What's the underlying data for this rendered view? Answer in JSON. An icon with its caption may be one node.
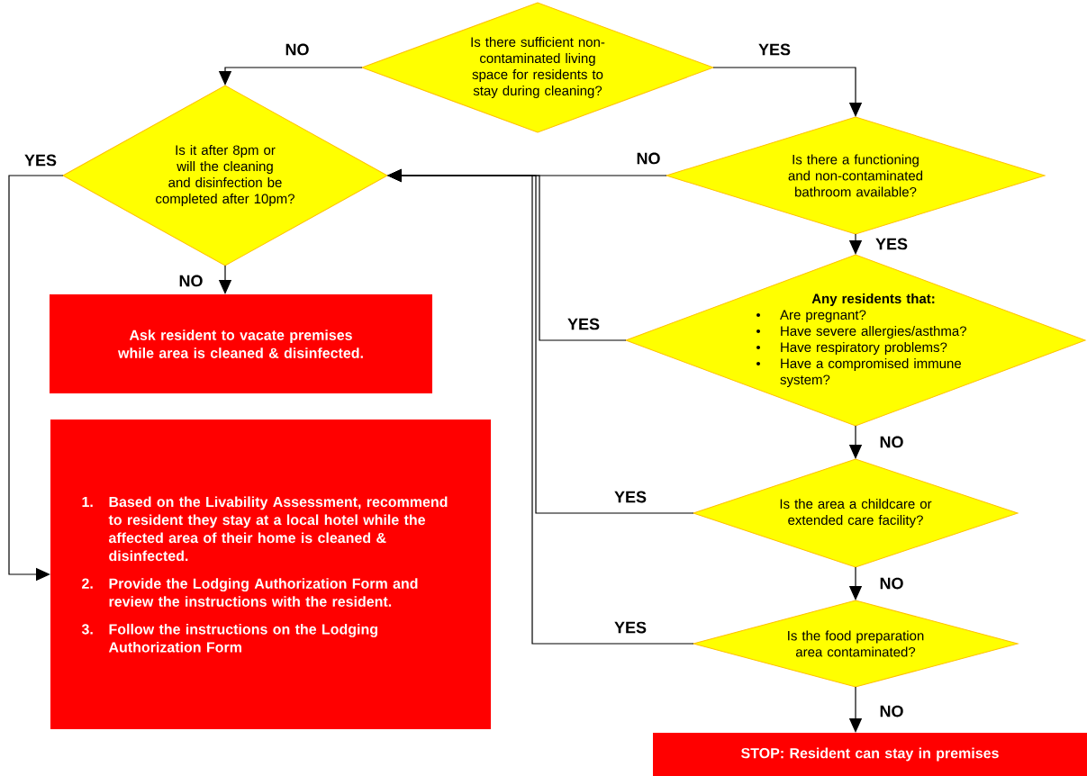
{
  "diagram": {
    "nodes": [
      {
        "text": [
          "Is there sufficient non-contaminated living space for residents to stay during cleaning?"
        ]
      },
      {
        "text": [
          "Is it after 8pm or will the cleaning and disinfection be completed after 10pm?"
        ]
      },
      {
        "text": [
          "Is there a functioning and non-contaminated bathroom available?"
        ]
      },
      {
        "text": [
          "Ask resident to vacate premises while area is cleaned & disinfected."
        ]
      },
      {
        "text": [
          "1.",
          "Based on the Livability Assessment, recommend to resident they stay at a local hotel while the affected area of their home is cleaned & disinfected.",
          "2.",
          "Provide the Lodging Authorization Form and review the instructions with the resident.",
          "3.",
          "Follow the instructions on the Lodging Authorization Form"
        ]
      },
      {
        "text": [
          "Any residents that:",
          "Are pregnant?",
          "Have severe allergies/asthma?",
          "Have respiratory problems?",
          "Have a compromised immune system?"
        ]
      },
      {
        "text": [
          "Is the area a childcare or extended care facility?"
        ]
      },
      {
        "text": [
          "Is the food preparation area contaminated?"
        ]
      },
      {
        "text": [
          "STOP: Resident can stay in premises"
        ]
      }
    ],
    "edges": [
      {
        "from": 0,
        "to": 1,
        "arrow": "to",
        "label": "NO"
      },
      {
        "from": 0,
        "to": 2,
        "arrow": "to",
        "label": "YES"
      },
      {
        "from": 1,
        "to": 4,
        "arrow": "to",
        "label": "YES"
      },
      {
        "from": 1,
        "to": 3,
        "arrow": "to",
        "label": "NO"
      },
      {
        "from": 2,
        "to": 1,
        "arrow": "to",
        "label": "NO"
      },
      {
        "from": 2,
        "to": 5,
        "arrow": "to",
        "label": "YES"
      },
      {
        "from": 5,
        "to": 1,
        "arrow": "to",
        "label": "YES"
      },
      {
        "from": 5,
        "to": 6,
        "arrow": "to",
        "label": "NO"
      },
      {
        "from": 6,
        "to": 1,
        "arrow": "to",
        "label": "YES"
      },
      {
        "from": 6,
        "to": 7,
        "arrow": "to",
        "label": "NO"
      },
      {
        "from": 7,
        "to": 1,
        "arrow": "to",
        "label": "YES"
      },
      {
        "from": 7,
        "to": 8,
        "arrow": "to",
        "label": "NO"
      }
    ]
  }
}
